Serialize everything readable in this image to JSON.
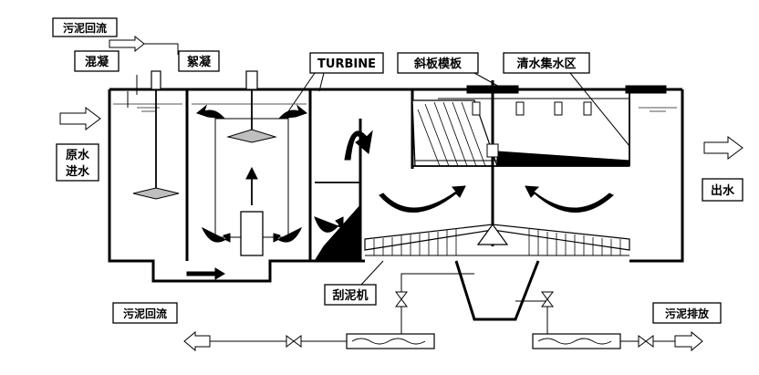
{
  "labels": {
    "sludge_return_top": "污泥回流",
    "mixing": "混凝",
    "flocculation": "絮凝",
    "turbine": "TURBINE",
    "inclined_plate": "斜板模板",
    "clear_water_zone": "清水集水区",
    "raw_water_line1": "原水",
    "raw_water_line2": "进水",
    "outlet_water": "出水",
    "sludge_return_bottom": "污泥回流",
    "scraper": "刮泥机",
    "sludge_discharge": "污泥排放"
  }
}
